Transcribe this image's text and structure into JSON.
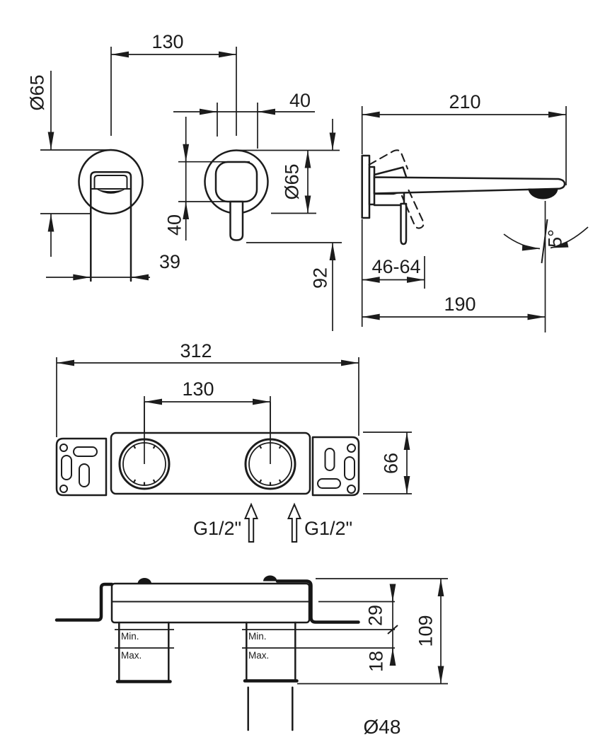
{
  "drawing": {
    "title": "wall-mounted-basin-mixer-dimension-drawing",
    "front_spout_view": {
      "hole_spacing": "130",
      "escutcheon_diameter": "Ø65",
      "spout_width": "39"
    },
    "front_mixer_view": {
      "trim_width": "40",
      "trim_height": "40",
      "escutcheon_diameter": "Ø65",
      "handle_drop": "92"
    },
    "side_view": {
      "spout_reach": "210",
      "handle_clearance": "46-64",
      "outlet_offset": "190",
      "spray_angle": "5°"
    },
    "bracket_front_view": {
      "overall_width": "312",
      "hole_spacing": "130",
      "height": "66",
      "left_inlet": "G1/2\"",
      "right_inlet": "G1/2\""
    },
    "bracket_side_view": {
      "plate_offset": "29",
      "overall_depth": "109",
      "adjust_range": "18",
      "min_label": "Min.",
      "max_label": "Max.",
      "pipe_diameter": "Ø48"
    }
  }
}
